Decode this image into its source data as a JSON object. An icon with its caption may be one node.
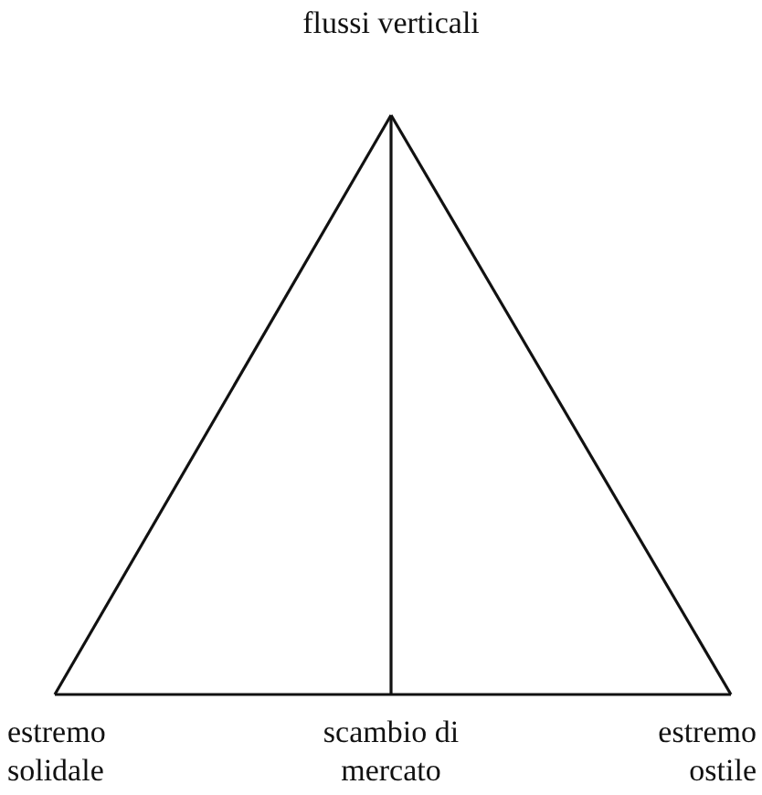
{
  "diagram": {
    "nodes": [
      {
        "text": [
          "flussi verticali"
        ]
      },
      {
        "text": [
          "estremo solidale"
        ]
      },
      {
        "text": [
          "scambio di mercato"
        ]
      },
      {
        "text": [
          "estremo ostile"
        ]
      }
    ],
    "edges": [
      {
        "from": 0,
        "to": 1,
        "arrow": "none"
      },
      {
        "from": 0,
        "to": 3,
        "arrow": "none"
      },
      {
        "from": 0,
        "to": 2,
        "arrow": "none"
      },
      {
        "from": 1,
        "to": 2,
        "arrow": "none"
      },
      {
        "from": 2,
        "to": 3,
        "arrow": "none"
      }
    ]
  }
}
